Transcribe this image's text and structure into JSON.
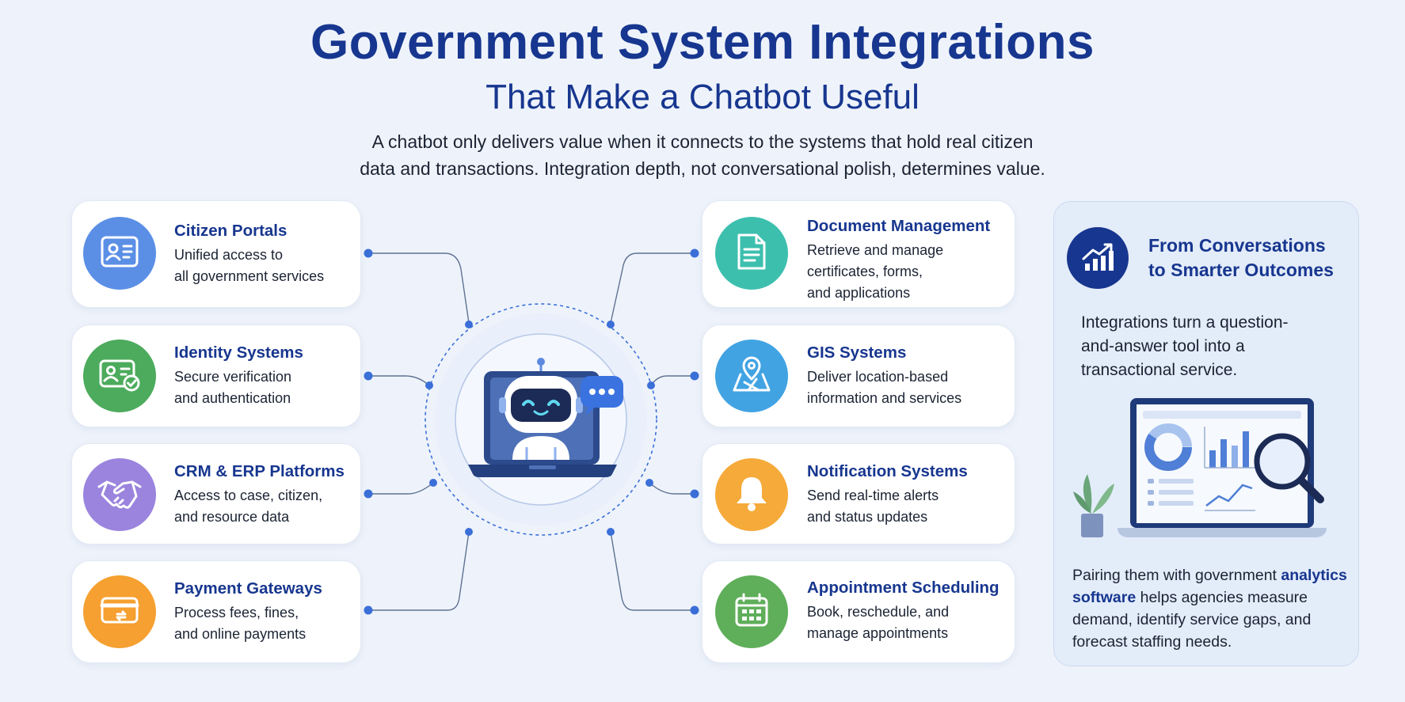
{
  "header": {
    "title": "Government System Integrations",
    "subtitle": "That Make a Chatbot Useful",
    "description_lines": [
      "A chatbot only delivers value when it connects to the systems that hold real citizen",
      "data and transactions. Integration depth, not conversational polish, determines value."
    ]
  },
  "left_cards": [
    {
      "title": "Citizen Portals",
      "description": "Unified access to\nall government services",
      "icon": "id-card-icon",
      "color": "#5b8fe6"
    },
    {
      "title": "Identity Systems",
      "description": "Secure verification\nand authentication",
      "icon": "verified-id-icon",
      "color": "#4cab5c"
    },
    {
      "title": "CRM & ERP Platforms",
      "description": "Access to case, citizen,\nand resource data",
      "icon": "handshake-icon",
      "color": "#9a84de"
    },
    {
      "title": "Payment Gateways",
      "description": "Process fees, fines,\nand online payments",
      "icon": "credit-card-icon",
      "color": "#f5a030"
    }
  ],
  "right_cards": [
    {
      "title": "Document Management",
      "description": "Retrieve and manage\ncertificates, forms,\nand applications",
      "icon": "document-icon",
      "color": "#3dbfae"
    },
    {
      "title": "GIS Systems",
      "description": "Deliver location-based\ninformation and services",
      "icon": "map-pin-icon",
      "color": "#42a3e3"
    },
    {
      "title": "Notification Systems",
      "description": "Send real-time alerts\nand status updates",
      "icon": "bell-icon",
      "color": "#f5aa3a"
    },
    {
      "title": "Appointment Scheduling",
      "description": "Book, reschedule, and\nmanage appointments",
      "icon": "calendar-icon",
      "color": "#5fae5a"
    }
  ],
  "center": {
    "icon": "chatbot-robot-icon",
    "bubble_icon": "chat-bubble-icon"
  },
  "panel": {
    "icon": "growth-chart-icon",
    "title_lines": [
      "From Conversations",
      "to Smarter Outcomes"
    ],
    "paragraph1_lines": [
      "Integrations turn a question-",
      "and-answer tool into a",
      "transactional service."
    ],
    "illustration": "analytics-laptop-illustration",
    "paragraph2_before": "Pairing them with government ",
    "paragraph2_highlight": "analytics software",
    "paragraph2_after": " helps agencies measure demand, identify service gaps, and forecast staffing needs."
  },
  "colors": {
    "brand": "#17368f",
    "accent": "#3b6fd8",
    "background": "#eef3fb"
  }
}
